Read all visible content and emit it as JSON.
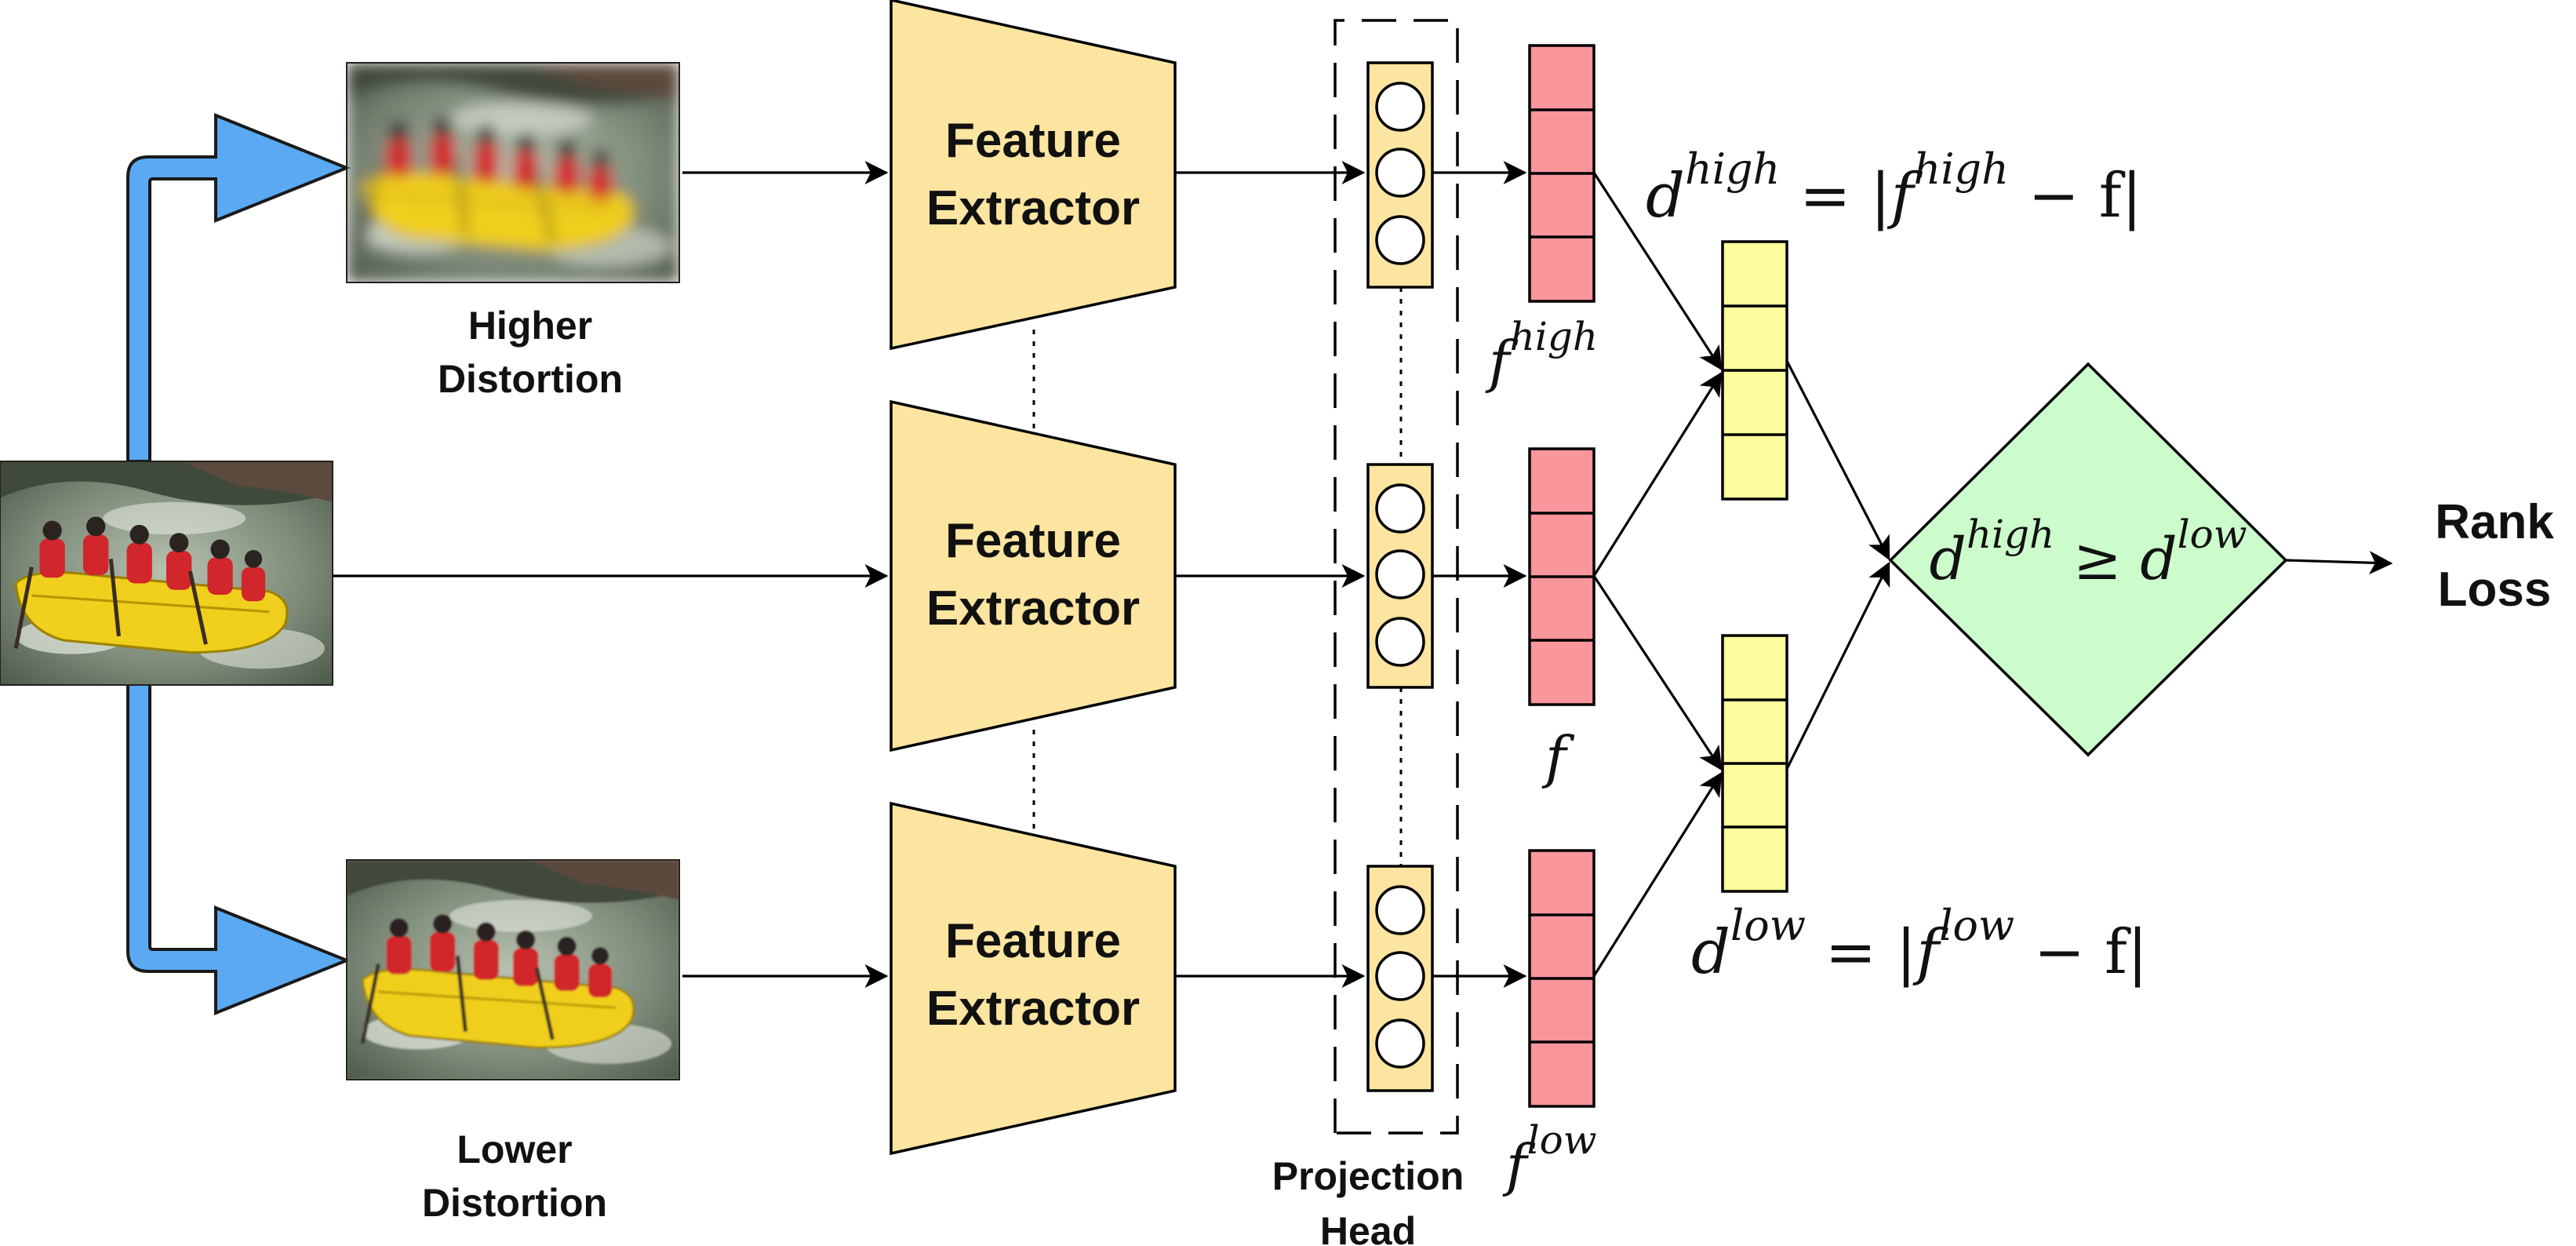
{
  "inputs": {
    "higher_label_line1": "Higher",
    "higher_label_line2": "Distortion",
    "lower_label_line1": "Lower",
    "lower_label_line2": "Distortion"
  },
  "extractors": {
    "label_line1": "Feature",
    "label_line2": "Extractor"
  },
  "projection_head": {
    "label_line1": "Projection",
    "label_line2": "Head"
  },
  "features": {
    "high": {
      "base": "f",
      "sup": "high"
    },
    "mid": {
      "base": "f"
    },
    "low": {
      "base": "f",
      "sup": "low"
    }
  },
  "distances": {
    "high": {
      "lhs": "d",
      "sup": "high",
      "rhs_open": " = |",
      "rhs_f": "f",
      "rhs_sup": "high",
      "rhs_close": " − f|"
    },
    "low": {
      "lhs": "d",
      "sup": "low",
      "rhs_open": " = |",
      "rhs_f": "f",
      "rhs_sup": "low",
      "rhs_close": " − f|"
    }
  },
  "comparison": {
    "lhs": "d",
    "lhs_sup": "high",
    "op": " ≥ ",
    "rhs": "d",
    "rhs_sup": "low"
  },
  "output": {
    "line1": "Rank",
    "line2": "Loss"
  },
  "colors": {
    "arrow_blue": "#5aa9f2",
    "extractor_fill": "#fce5a0",
    "projection_fill": "#fce5a0",
    "feature_red": "#f8969c",
    "distance_yellow": "#fdfd9e",
    "diamond_green": "#ccfccb"
  }
}
